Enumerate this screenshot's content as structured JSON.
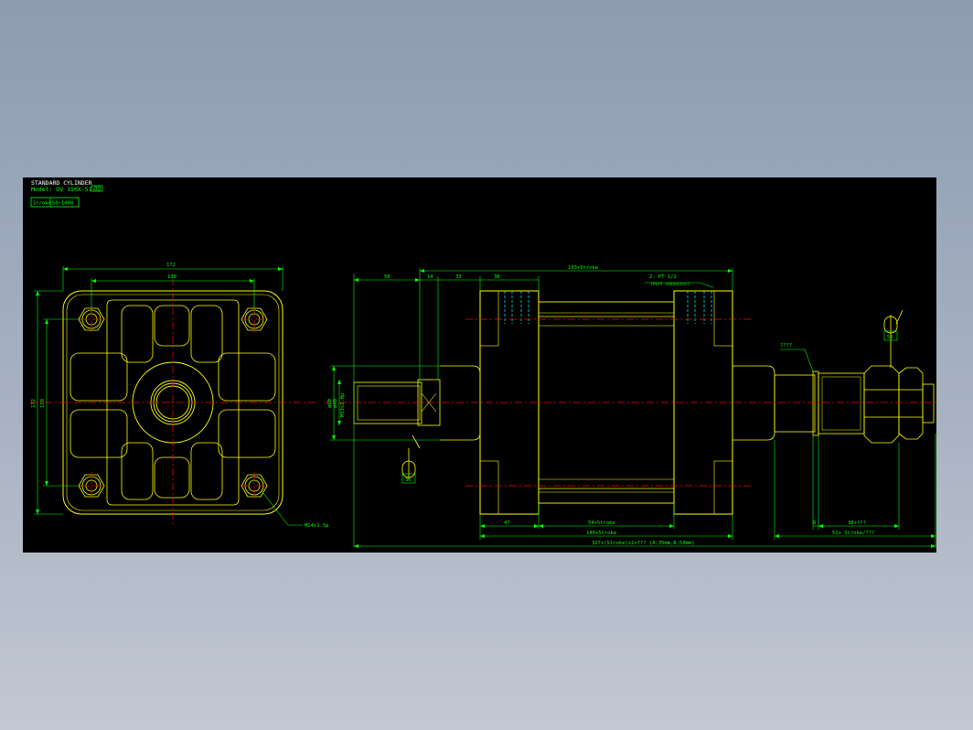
{
  "header": {
    "title": "STANDARD CYLINDER",
    "model_prefix": "Model: DV 150X-S1-",
    "stroke_label": "Stroke",
    "stroke_range": "50~1000"
  },
  "front_view": {
    "width_outer": "172",
    "width_bolt": "130",
    "height_outer": "172",
    "height_bolt": "130",
    "port_label": "M14x1.5p"
  },
  "side_view": {
    "dim_50": "50",
    "dim_14": "14",
    "dim_33": "33",
    "dim_38": "38",
    "dim_total_top": "193+Stroke",
    "port_note": "2- PT 1/2",
    "port_note_sub": "(Port connector)",
    "dia_60": "ø60",
    "dia_40": "ø40",
    "thread": "M33x2.0p",
    "wrench_rod": "36",
    "dim_47": "47",
    "dim_54_stroke": "54+Stroke",
    "dim_146_stroke": "146+Stroke",
    "dim_bottom_total": "327+(Stroke)x2+???   (A:35mm,B:50mm)",
    "joint_label": "????",
    "wrench_end": "50",
    "dim_8": "8",
    "dim_38_q": "38+???",
    "dim_51": "51+ Stroke/???"
  },
  "colors": {
    "background": "#000000",
    "outline": "#ffff00",
    "dimension": "#00ff00",
    "centerline": "#ff0000",
    "hidden": "#00ffff",
    "white": "#ffffff"
  }
}
